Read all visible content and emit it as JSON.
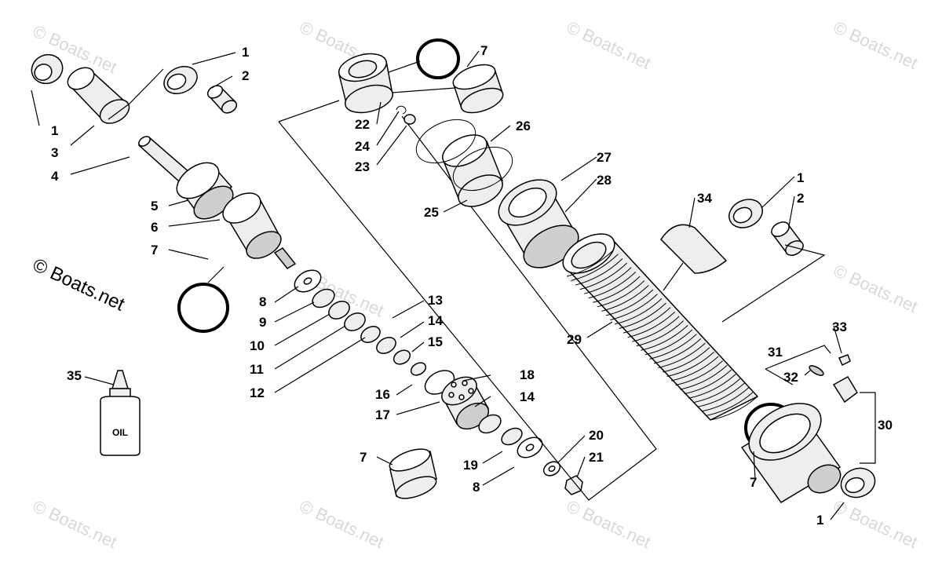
{
  "watermark": "© Boats.net",
  "copyright": "© Boats.net",
  "oil_label": "OIL",
  "callouts": {
    "c1a": "1",
    "c2a": "2",
    "c1b": "1",
    "c3": "3",
    "c4": "4",
    "c5": "5",
    "c6": "6",
    "c7a": "7",
    "c8a": "8",
    "c9": "9",
    "c10": "10",
    "c11": "11",
    "c12": "12",
    "c13": "13",
    "c14a": "14",
    "c15": "15",
    "c16": "16",
    "c17": "17",
    "c18": "18",
    "c14b": "14",
    "c19": "19",
    "c8b": "8",
    "c20": "20",
    "c21": "21",
    "c7b": "7",
    "c7c": "7",
    "c22": "22",
    "c24": "24",
    "c23": "23",
    "c26": "26",
    "c25": "25",
    "c27": "27",
    "c28": "28",
    "c1c": "1",
    "c2b": "2",
    "c34": "34",
    "c29": "29",
    "c33": "33",
    "c31": "31",
    "c32": "32",
    "c30": "30",
    "c7d": "7",
    "c1d": "1",
    "c35": "35"
  }
}
